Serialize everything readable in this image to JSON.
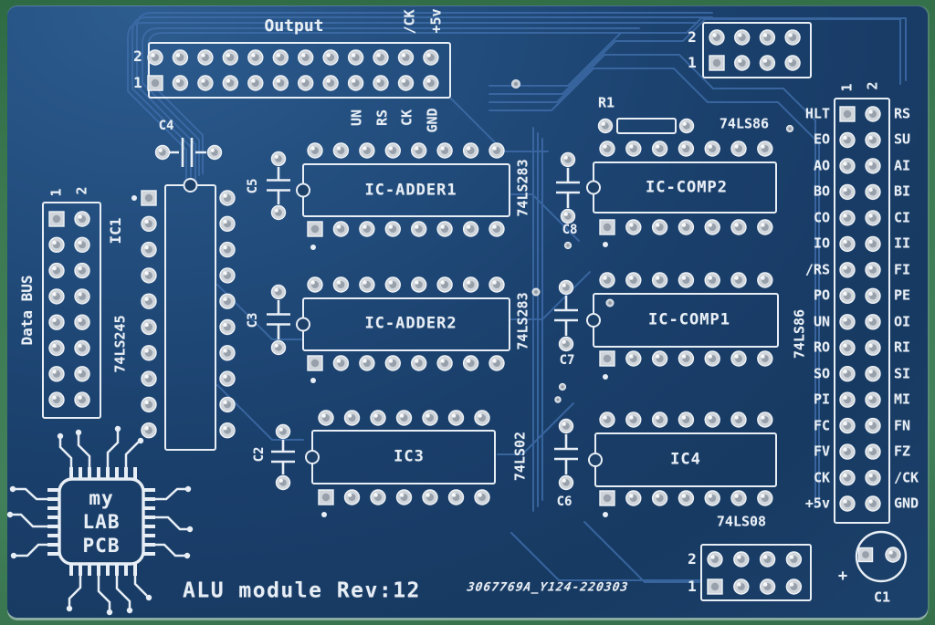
{
  "board": {
    "title": "ALU module Rev:12",
    "serial": "3067769A_Y124-220303"
  },
  "logo": {
    "line1": "my",
    "line2": "LAB",
    "line3": "PCB"
  },
  "output_header": {
    "label": "Output",
    "row_top": "2",
    "row_bottom": "1",
    "top_pin_labels": [
      "/CK",
      "+5v"
    ],
    "bottom_pin_labels": [
      "UN",
      "RS",
      "CK",
      "GND"
    ]
  },
  "top_right_header": {
    "row_top": "2",
    "row_bottom": "1"
  },
  "bottom_right_header": {
    "row_top": "2",
    "row_bottom": "1",
    "part": "74LS08"
  },
  "data_bus": {
    "label": "Data BUS",
    "col1": "1",
    "col2": "2"
  },
  "right_bus": {
    "col1": "1",
    "col2": "2",
    "rows": [
      {
        "l": "HLT",
        "r": "RS"
      },
      {
        "l": "EO",
        "r": "SU"
      },
      {
        "l": "AO",
        "r": "AI"
      },
      {
        "l": "BO",
        "r": "BI"
      },
      {
        "l": "CO",
        "r": "CI"
      },
      {
        "l": "IO",
        "r": "II"
      },
      {
        "l": "/RS",
        "r": "FI"
      },
      {
        "l": "PO",
        "r": "PE"
      },
      {
        "l": "UN",
        "r": "OI"
      },
      {
        "l": "RO",
        "r": "RI"
      },
      {
        "l": "SO",
        "r": "SI"
      },
      {
        "l": "PI",
        "r": "MI"
      },
      {
        "l": "FC",
        "r": "FN"
      },
      {
        "l": "FV",
        "r": "FZ"
      },
      {
        "l": "CK",
        "r": "/CK"
      },
      {
        "l": "+5v",
        "r": "GND"
      }
    ]
  },
  "ics": {
    "ic1": {
      "ref": "IC1",
      "part": "74LS245"
    },
    "adder1": {
      "name": "IC-ADDER1",
      "part": "74LS283",
      "cap": "C5"
    },
    "adder2": {
      "name": "IC-ADDER2",
      "part": "74LS283",
      "cap": "C3"
    },
    "ic3": {
      "name": "IC3",
      "part": "74LS02",
      "cap": "C2"
    },
    "comp2": {
      "name": "IC-COMP2",
      "part": "74LS86",
      "cap": "C8"
    },
    "comp1": {
      "name": "IC-COMP1",
      "part": "74LS86",
      "cap": "C7"
    },
    "ic4": {
      "name": "IC4",
      "part": "74LS08",
      "cap": "C6"
    }
  },
  "components": {
    "r1": "R1",
    "c4": "C4",
    "c1": "C1",
    "c1_polarity": "+"
  },
  "colors": {
    "board_blue": "#1c4068",
    "silkscreen": "#e8eef5",
    "trace_blue": "#3e6ca8",
    "background_green": "#3d7a52",
    "pad_silver": "#cfd5da"
  }
}
